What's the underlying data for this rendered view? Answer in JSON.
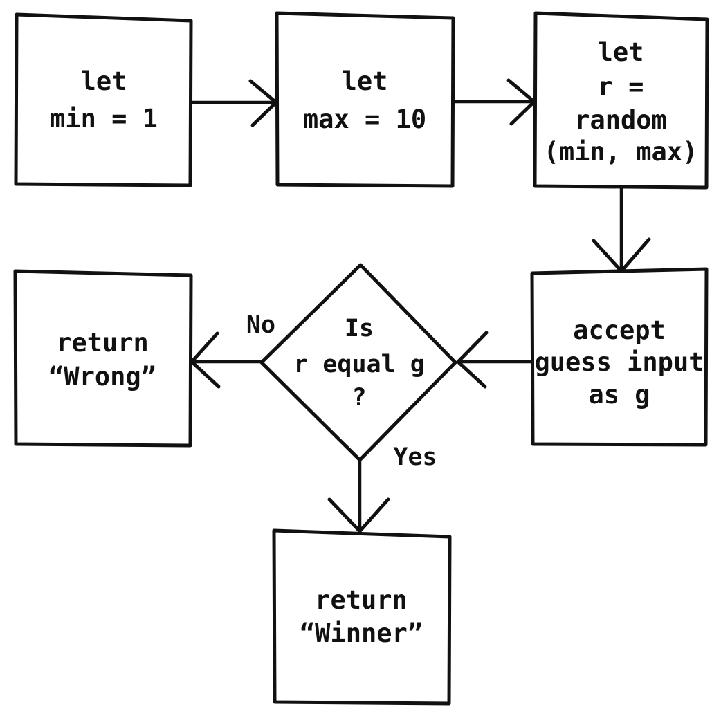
{
  "colors": {
    "stroke": "#111111",
    "background": "#ffffff"
  },
  "nodes": {
    "set_min": {
      "lines": [
        "let",
        "min = 1"
      ]
    },
    "set_max": {
      "lines": [
        "let",
        "max = 10"
      ]
    },
    "set_random": {
      "lines": [
        "let",
        "r =",
        "random",
        "(min, max)"
      ]
    },
    "accept_guess": {
      "lines": [
        "accept",
        "guess input",
        "as g"
      ]
    },
    "decision": {
      "lines": [
        "Is",
        "r equal g",
        "?"
      ]
    },
    "return_wrong": {
      "lines": [
        "return",
        "“Wrong”"
      ]
    },
    "return_winner": {
      "lines": [
        "return",
        "“Winner”"
      ]
    }
  },
  "edge_labels": {
    "no": "No",
    "yes": "Yes"
  }
}
